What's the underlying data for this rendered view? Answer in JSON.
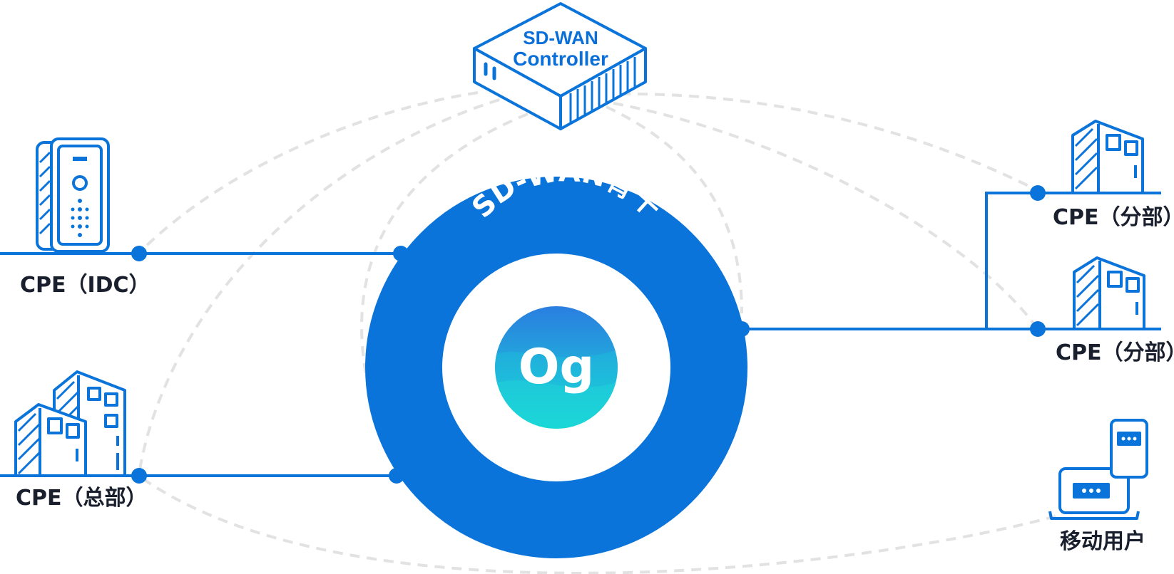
{
  "controller": {
    "line1": "SD-WAN",
    "line2": "Controller"
  },
  "backbone": {
    "label": "SD-WAN骨干",
    "logo_text": "Og"
  },
  "nodes": {
    "idc": "CPE（IDC）",
    "hq": "CPE（总部）",
    "branch1": "CPE（分部）",
    "branch2": "CPE（分部）",
    "mobile": "移动用户"
  },
  "colors": {
    "primary": "#0a74da",
    "dashed": "#e3e3e3",
    "label": "#1a1f2e",
    "logo_top": "#2a7ee0",
    "logo_bottom": "#19d9d6"
  }
}
